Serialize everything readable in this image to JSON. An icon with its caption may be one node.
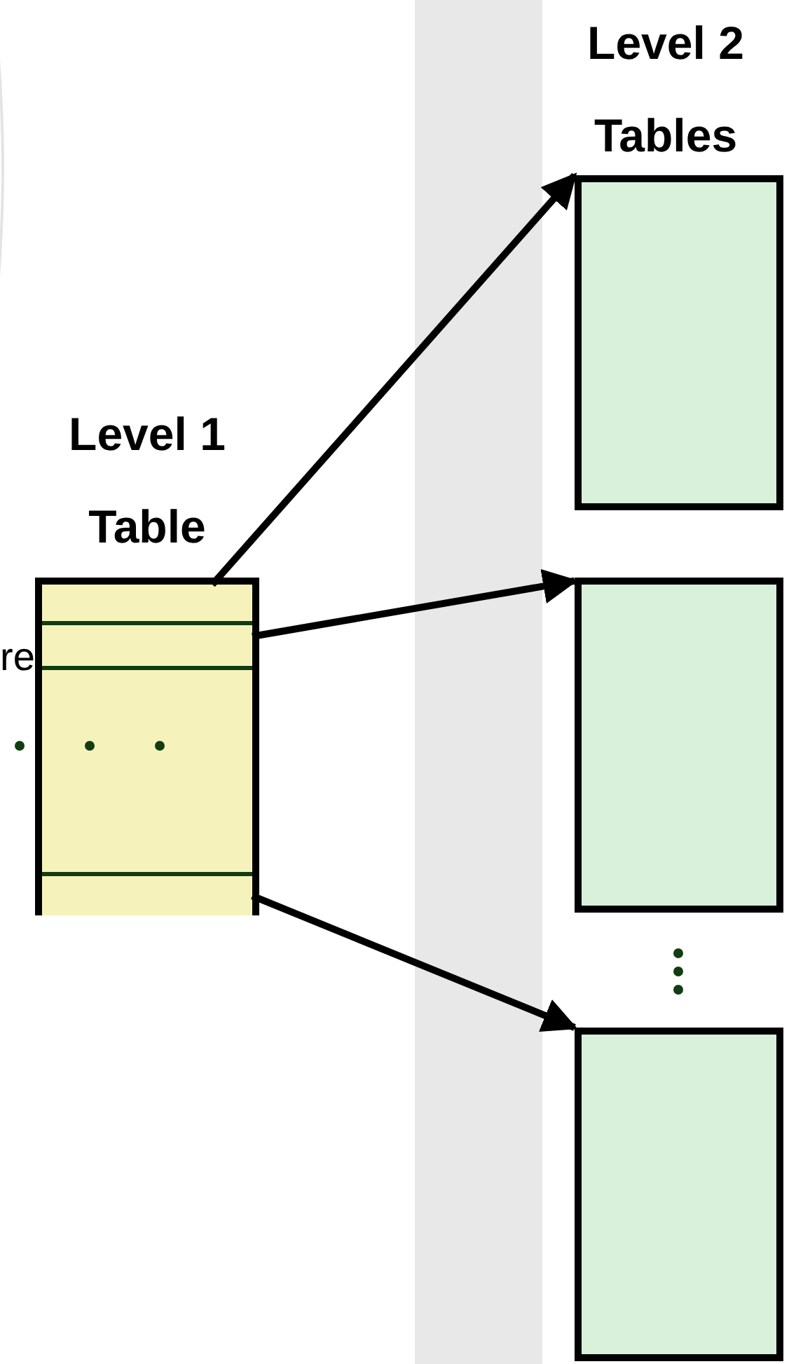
{
  "diagram": {
    "nodes": [
      {
        "text": [
          "Level 1 Table"
        ]
      },
      {
        "text": [],
        "shape": "box",
        "in": 0
      },
      {
        "text": [],
        "shape": "box",
        "in": 0
      },
      {
        "text": [],
        "shape": "box",
        "in": 0
      },
      {
        "text": [],
        "shape": "box",
        "beside": [
          "Level 2 Tables"
        ]
      },
      {
        "text": [],
        "shape": "box"
      },
      {
        "text": [],
        "shape": "box"
      }
    ],
    "edges": [
      {
        "from": 1,
        "to": 4,
        "arrow": "to"
      },
      {
        "from": 2,
        "to": 5,
        "arrow": "to"
      },
      {
        "from": 3,
        "to": 6,
        "arrow": "to"
      }
    ],
    "labels": [
      "re"
    ]
  }
}
